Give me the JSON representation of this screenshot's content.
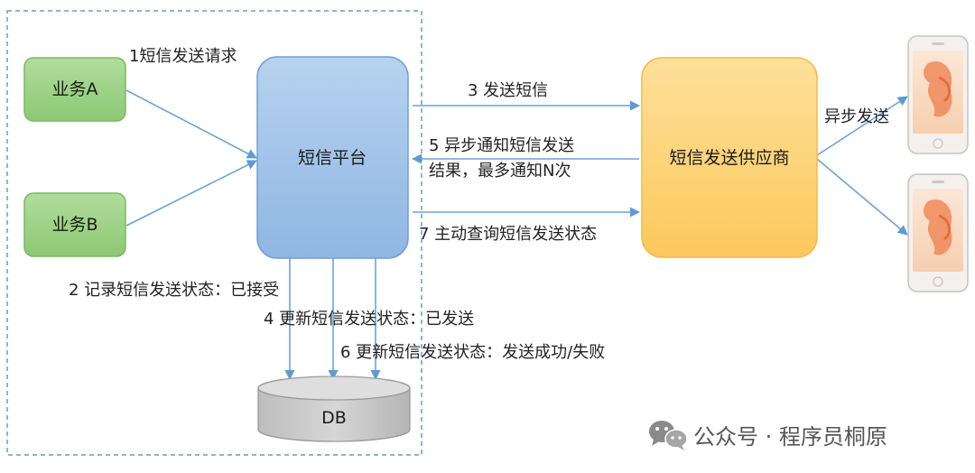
{
  "nodes": {
    "biz_a": "业务A",
    "biz_b": "业务B",
    "platform": "短信平台",
    "provider": "短信发送供应商",
    "db": "DB"
  },
  "labels": {
    "step1": "1短信发送请求",
    "step2": "2 记录短信发送状态：已接受",
    "step3": "3 发送短信",
    "step4": "4 更新短信发送状态：已发送",
    "step5_line1": "5 异步通知短信发送",
    "step5_line2": "结果，最多通知N次",
    "step6": "6 更新短信发送状态：发送成功/失败",
    "step7": "7 主动查询短信发送状态",
    "async_send": "异步发送"
  },
  "watermark": {
    "text": "公众号 · 程序员桐原",
    "icon": "wechat-icon"
  },
  "colors": {
    "green_fill": "#9fd38a",
    "green_stroke": "#7bb765",
    "blue_fill": "#9dc0e6",
    "blue_stroke": "#6f9fd3",
    "orange_fill": "#fdd479",
    "orange_stroke": "#f3b94a",
    "db_fill": "#c9c9c9",
    "db_stroke": "#9a9a9a",
    "arrow": "#6aa3d6",
    "boundary": "#8ab6dc"
  }
}
